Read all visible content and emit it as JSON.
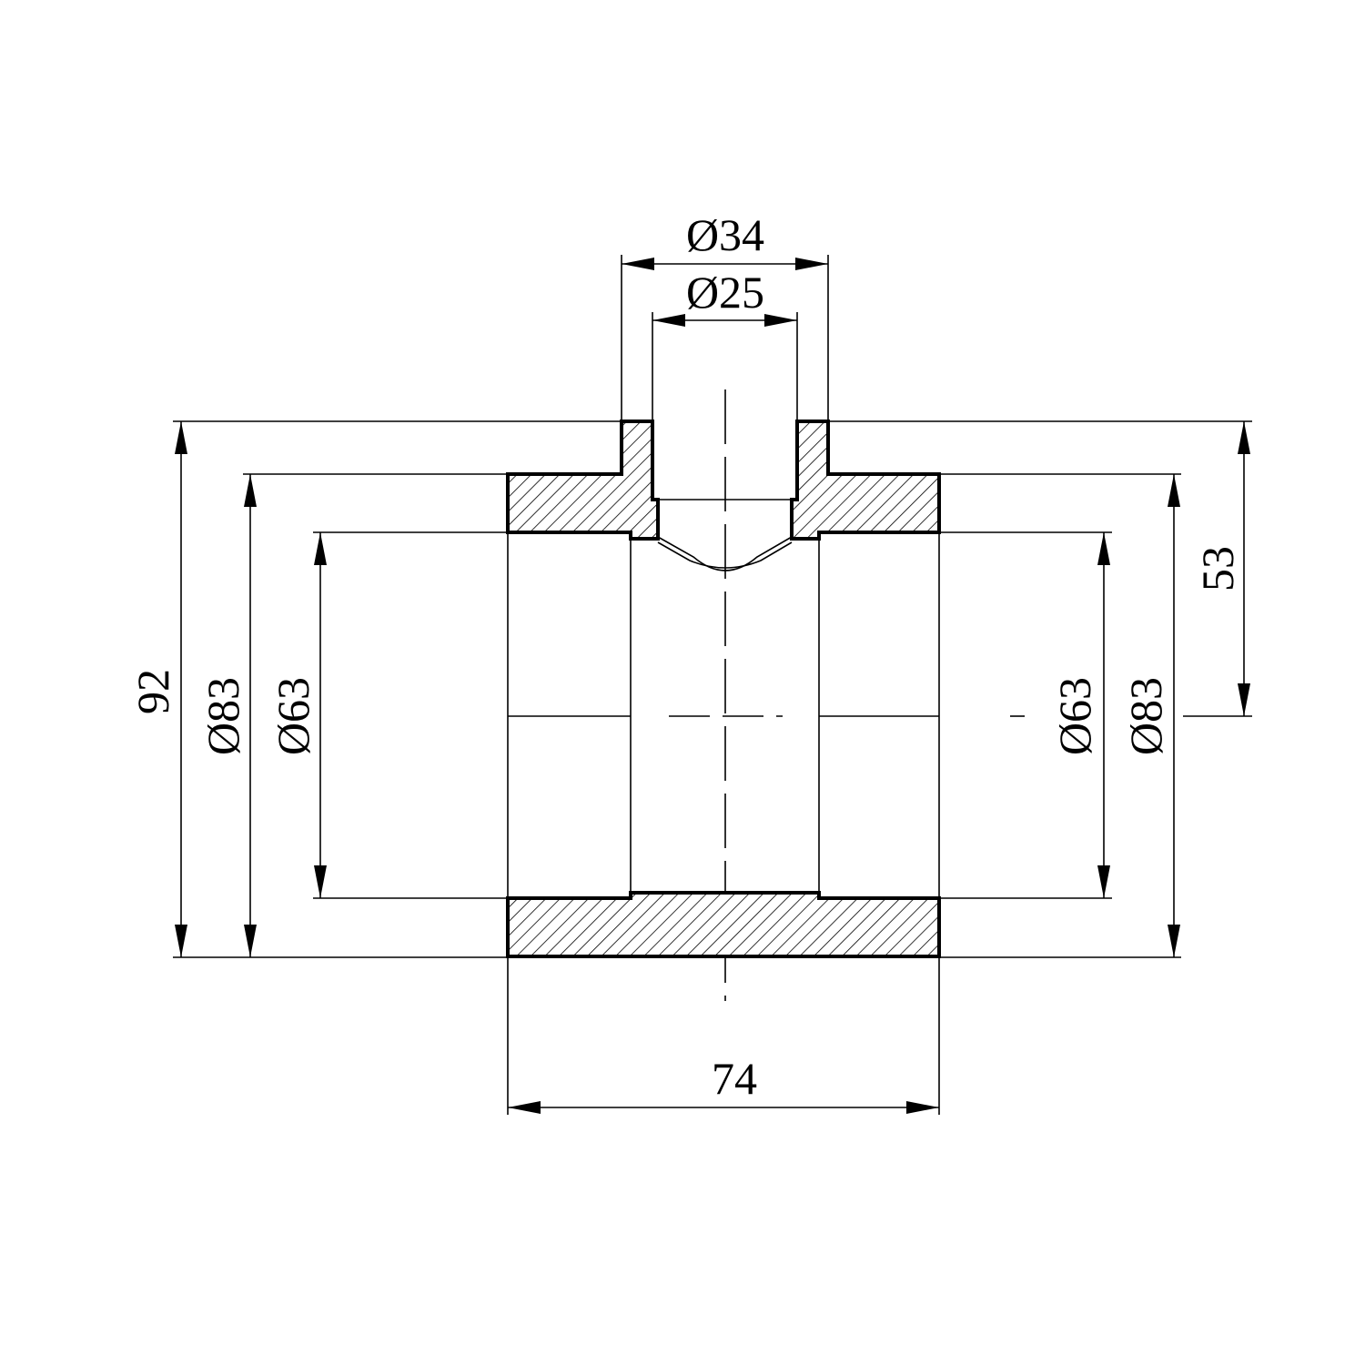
{
  "drawing": {
    "title": "Tee fitting section",
    "dimensions": {
      "branch_outer_diameter": "Ø34",
      "branch_inner_diameter": "Ø25",
      "overall_height": "92",
      "left_outer_diameter": "Ø83",
      "left_inner_diameter": "Ø63",
      "right_inner_diameter": "Ø63",
      "right_outer_diameter": "Ø83",
      "branch_height": "53",
      "overall_length": "74"
    }
  }
}
